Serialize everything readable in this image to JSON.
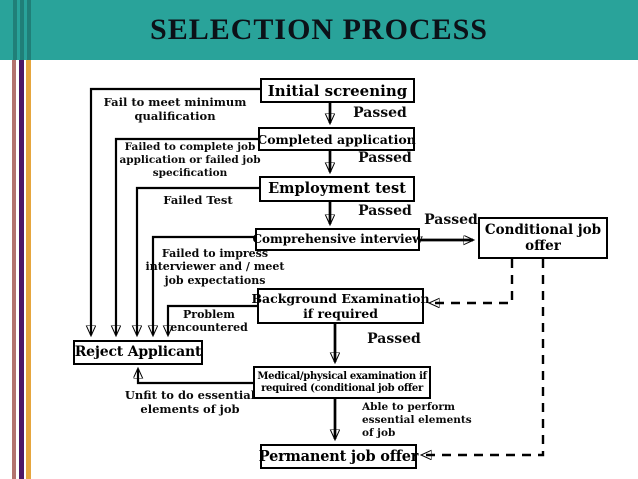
{
  "header": {
    "title": "SELECTION PROCESS"
  },
  "colors": {
    "header_teal": "#29a39a",
    "stripe_rose": "#b3736f",
    "stripe_purple": "#4d1766",
    "stripe_gold": "#e6a63e",
    "ink": "#000000"
  },
  "nodes": {
    "initial_screening": "Initial screening",
    "completed_application": "Completed application",
    "employment_test": "Employment test",
    "comprehensive_interview": "Comprehensive interview",
    "conditional_job_offer": [
      "Conditional job",
      "offer"
    ],
    "background_examination": [
      "Background Examination",
      "if required"
    ],
    "reject_applicant": "Reject Applicant",
    "medical_examination": [
      "Medical/physical examination if",
      "required (conditional job offer"
    ],
    "permanent_job_offer": "Permanent job offer"
  },
  "labels": {
    "passed_initial": "Passed",
    "passed_application": "Passed",
    "passed_test": "Passed",
    "passed_interview": "Passed",
    "passed_background": "Passed",
    "fail_minimum": [
      "Fail to meet minimum",
      "qualification"
    ],
    "failed_application": [
      "Failed to complete job",
      "application or failed job",
      "specification"
    ],
    "failed_test": "Failed Test",
    "failed_interview": [
      "Failed to impress",
      "interviewer and / meet",
      "job expectations"
    ],
    "problem_encountered": [
      "Problem",
      "encountered"
    ],
    "unfit": [
      "Unfit to do essential",
      "elements of job"
    ],
    "able_to_perform": [
      "Able to perform",
      "essential elements",
      "of job"
    ]
  }
}
